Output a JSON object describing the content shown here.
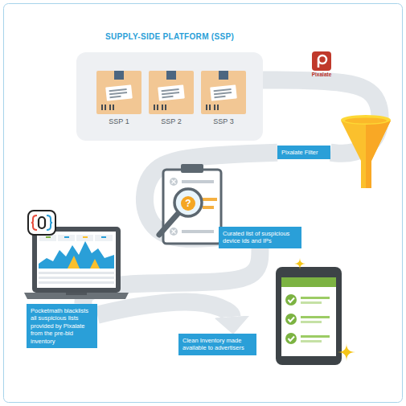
{
  "diagram": {
    "nodes": [
      {
        "text": [
          "SUPPLY-SIDE PLATFORM (SSP)"
        ]
      },
      {
        "text": [
          "SSP 1"
        ],
        "in": 0
      },
      {
        "text": [
          "SSP 2"
        ],
        "in": 0
      },
      {
        "text": [
          "SSP 3"
        ],
        "in": 0
      },
      {
        "text": [
          "Pixalate Filter"
        ]
      },
      {
        "text": [
          "Curated list of suspicious device ids and IPs"
        ]
      },
      {
        "text": [
          "Pocketmath blacklists all suspicious lists provided by Pixalate from the pre-bid inventory"
        ]
      },
      {
        "text": [
          "Clean Inventory made available to advertisers"
        ]
      }
    ],
    "edges": [
      {
        "from": 0,
        "to": 4,
        "arrow": "none"
      },
      {
        "from": 4,
        "to": 5,
        "arrow": "none"
      },
      {
        "from": 5,
        "to": 6,
        "arrow": "none"
      },
      {
        "from": 6,
        "to": 7,
        "arrow": "to"
      }
    ],
    "labels": [
      "Pixalate",
      "?"
    ]
  }
}
